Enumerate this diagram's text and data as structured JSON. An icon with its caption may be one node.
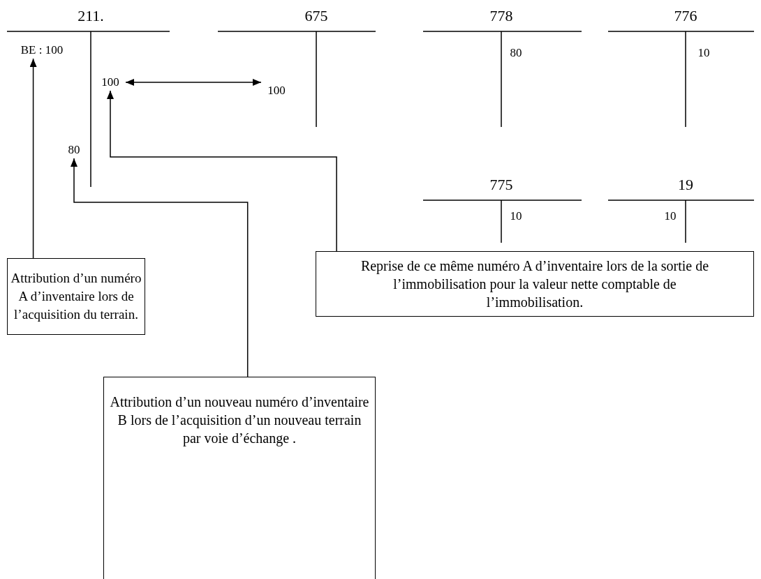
{
  "diagram": {
    "nodes": [
      {
        "text": [
          "211."
        ]
      },
      {
        "text": [
          "BE : 100"
        ],
        "in": 0
      },
      {
        "text": [
          "100"
        ],
        "in": 0
      },
      {
        "text": [
          "80"
        ],
        "in": 0
      },
      {
        "text": [
          "675"
        ]
      },
      {
        "text": [
          "100"
        ],
        "in": 4
      },
      {
        "text": [
          "778"
        ]
      },
      {
        "text": [
          "80"
        ],
        "in": 6
      },
      {
        "text": [
          "776"
        ]
      },
      {
        "text": [
          "10"
        ],
        "in": 8
      },
      {
        "text": [
          "775"
        ]
      },
      {
        "text": [
          "10"
        ],
        "in": 10
      },
      {
        "text": [
          "19"
        ]
      },
      {
        "text": [
          "10"
        ],
        "in": 12
      },
      {
        "text": [
          "Attribution d’un numéro A d’inventaire lors de l’acquisition du terrain."
        ]
      },
      {
        "text": [
          "Reprise de ce même numéro A d’inventaire lors de la sortie de l’immobilisation pour la valeur nette comptable de l’immobilisation."
        ]
      },
      {
        "text": [
          "Attribution d’un nouveau numéro d’inventaire B lors de l’acquisition d’un nouveau terrain par voie d’échange ."
        ]
      }
    ],
    "edges": [
      {
        "from": 2,
        "to": 5,
        "arrow": "both"
      },
      {
        "from": 14,
        "to": 1,
        "arrow": "to"
      },
      {
        "from": 15,
        "to": 2,
        "arrow": "to"
      },
      {
        "from": 16,
        "to": 3,
        "arrow": "to"
      }
    ]
  }
}
